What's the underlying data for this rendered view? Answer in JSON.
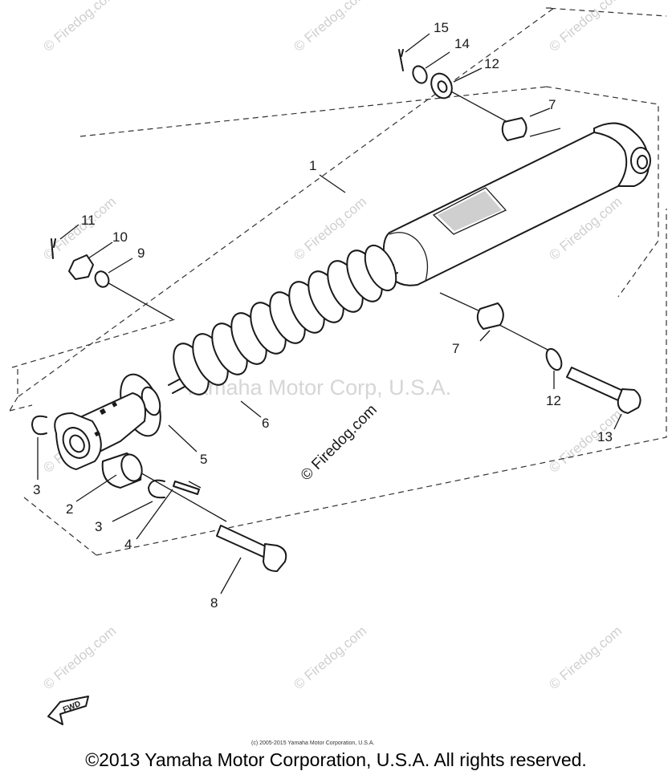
{
  "diagram": {
    "watermark_text": "© Firedog.com",
    "watermark_overlay": "Yamaha Motor Corp, U.S.A.",
    "fwd_label": "FWD",
    "small_copyright": "(c) 2005-2015 Yamaha Motor Corporation, U.S.A."
  },
  "callouts": [
    {
      "id": "1",
      "label": "1"
    },
    {
      "id": "2",
      "label": "2"
    },
    {
      "id": "3a",
      "label": "3"
    },
    {
      "id": "3b",
      "label": "3"
    },
    {
      "id": "4",
      "label": "4"
    },
    {
      "id": "5",
      "label": "5"
    },
    {
      "id": "6",
      "label": "6"
    },
    {
      "id": "7a",
      "label": "7"
    },
    {
      "id": "7b",
      "label": "7"
    },
    {
      "id": "8",
      "label": "8"
    },
    {
      "id": "9",
      "label": "9"
    },
    {
      "id": "10",
      "label": "10"
    },
    {
      "id": "11",
      "label": "11"
    },
    {
      "id": "12a",
      "label": "12"
    },
    {
      "id": "12b",
      "label": "12"
    },
    {
      "id": "13",
      "label": "13"
    },
    {
      "id": "14",
      "label": "14"
    },
    {
      "id": "15",
      "label": "15"
    }
  ],
  "footer": {
    "copyright": "©2013 Yamaha Motor Corporation, U.S.A. All rights reserved."
  }
}
